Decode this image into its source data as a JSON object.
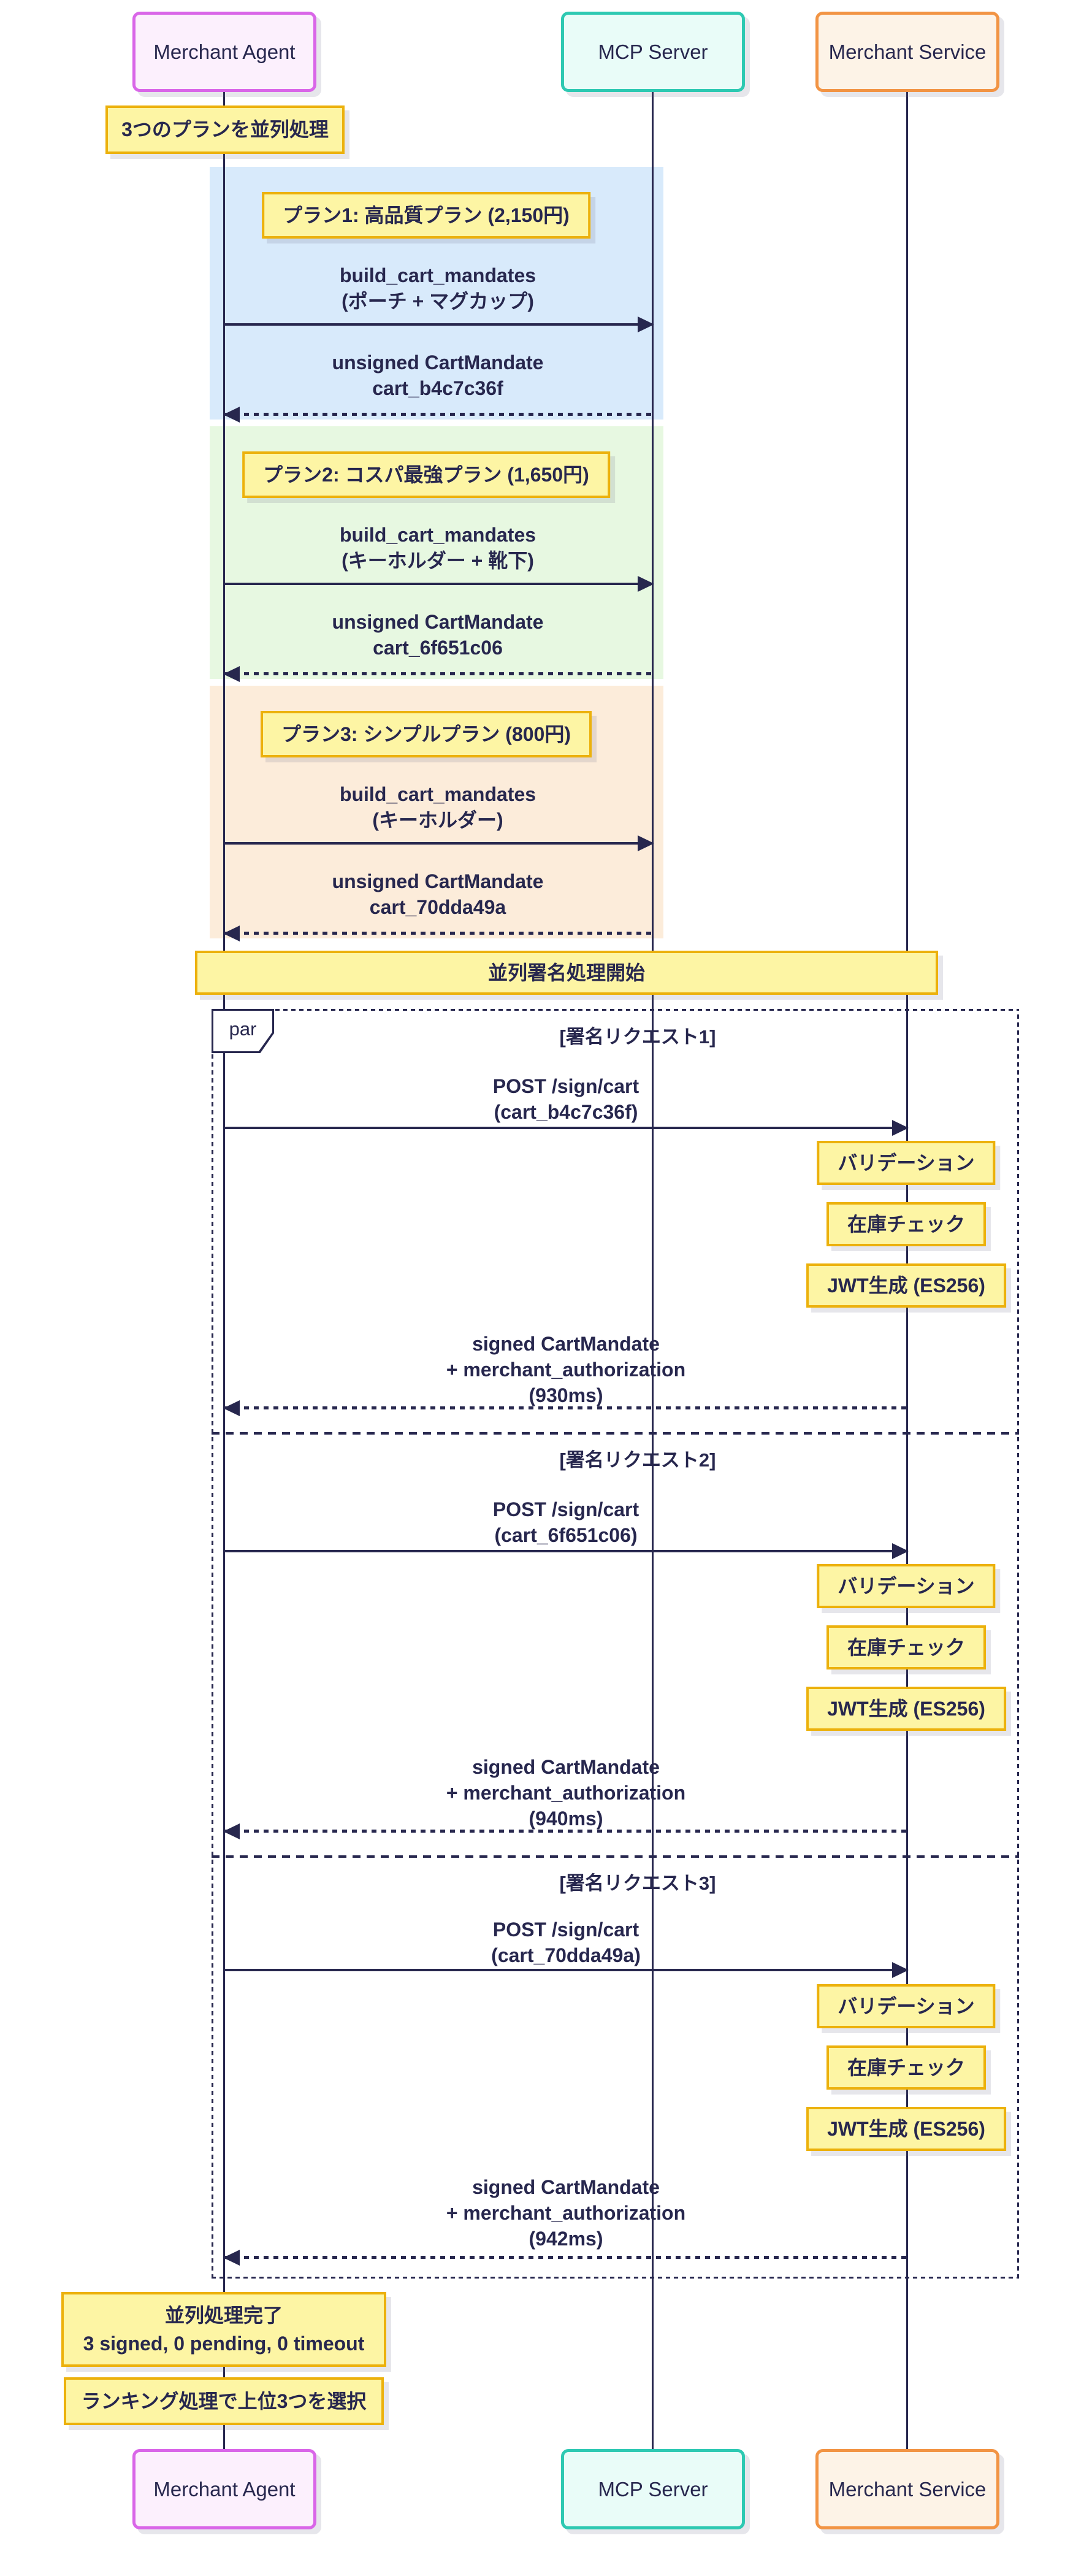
{
  "participants": [
    {
      "label": "Merchant Agent"
    },
    {
      "label": "MCP Server"
    },
    {
      "label": "Merchant Service"
    }
  ],
  "top_note": "3つのプランを並列処理",
  "plans": [
    {
      "note": "プラン1: 高品質プラン (2,150円)",
      "request": [
        "build_cart_mandates",
        "(ポーチ + マグカップ)"
      ],
      "response": [
        "unsigned CartMandate",
        "cart_b4c7c36f"
      ]
    },
    {
      "note": "プラン2: コスパ最強プラン (1,650円)",
      "request": [
        "build_cart_mandates",
        "(キーホルダー + 靴下)"
      ],
      "response": [
        "unsigned CartMandate",
        "cart_6f651c06"
      ]
    },
    {
      "note": "プラン3: シンプルプラン (800円)",
      "request": [
        "build_cart_mandates",
        "(キーホルダー)"
      ],
      "response": [
        "unsigned CartMandate",
        "cart_70dda49a"
      ]
    }
  ],
  "sign_start_note": "並列署名処理開始",
  "par": {
    "label": "par",
    "sections": [
      {
        "title": "[署名リクエスト1]",
        "request": [
          "POST /sign/cart",
          "(cart_b4c7c36f)"
        ],
        "steps": [
          "バリデーション",
          "在庫チェック",
          "JWT生成 (ES256)"
        ],
        "response": [
          "signed CartMandate",
          "+ merchant_authorization",
          "(930ms)"
        ]
      },
      {
        "title": "[署名リクエスト2]",
        "request": [
          "POST /sign/cart",
          "(cart_6f651c06)"
        ],
        "steps": [
          "バリデーション",
          "在庫チェック",
          "JWT生成 (ES256)"
        ],
        "response": [
          "signed CartMandate",
          "+ merchant_authorization",
          "(940ms)"
        ]
      },
      {
        "title": "[署名リクエスト3]",
        "request": [
          "POST /sign/cart",
          "(cart_70dda49a)"
        ],
        "steps": [
          "バリデーション",
          "在庫チェック",
          "JWT生成 (ES256)"
        ],
        "response": [
          "signed CartMandate",
          "+ merchant_authorization",
          "(942ms)"
        ]
      }
    ]
  },
  "done_note": [
    "並列処理完了",
    "3 signed, 0 pending, 0 timeout"
  ],
  "ranking_note": "ランキング処理で上位3つを選択",
  "colors": {
    "ink": "#27274e",
    "note_fill": "#fdf5a4",
    "note_border": "#ecb10c",
    "agent_fill": "#fcf0fd",
    "agent_border": "#d966e8",
    "mcp_fill": "#e9fcf8",
    "mcp_border": "#2ec9b2",
    "service_fill": "#fdf3e7",
    "service_border": "#f29444",
    "rect_plan1": "#d8eafb",
    "rect_plan2": "#e7f8e1",
    "rect_plan3": "#fcecda"
  }
}
